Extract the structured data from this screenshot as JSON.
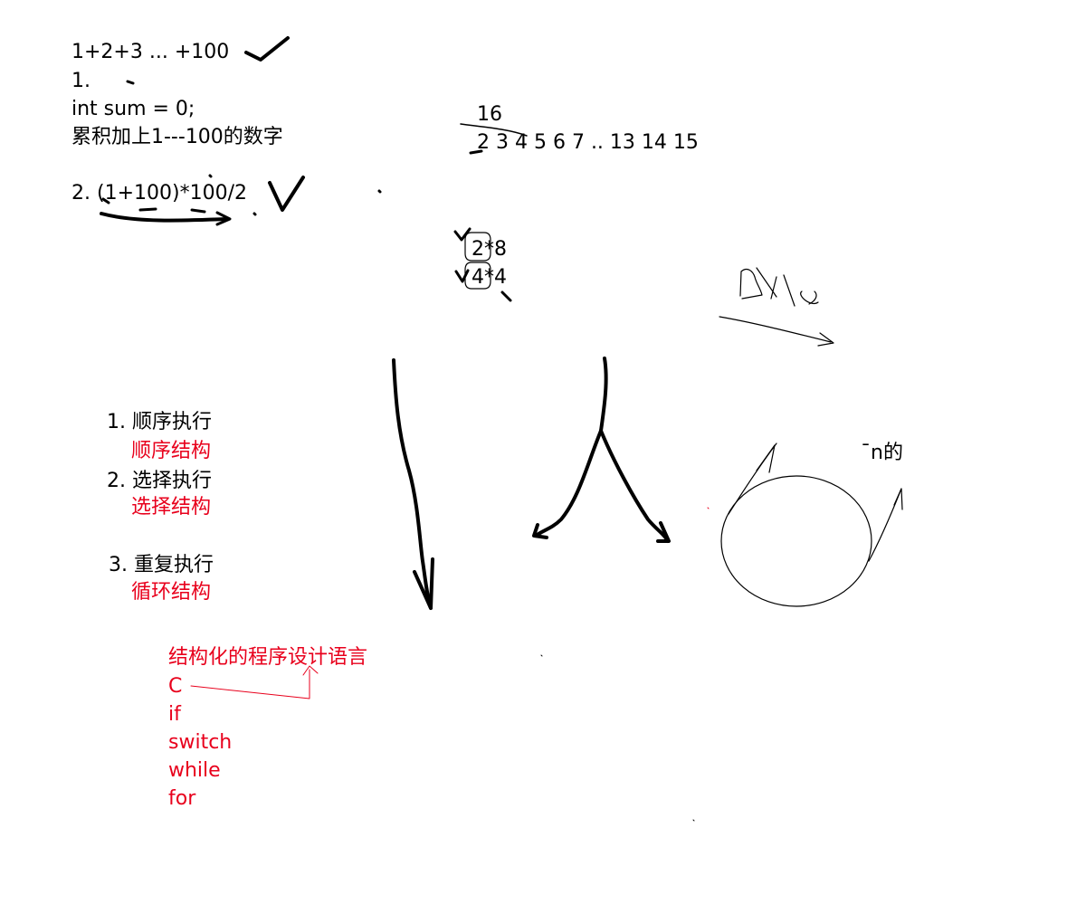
{
  "colors": {
    "ink": "#000000",
    "accent": "#e8001c"
  },
  "problem": {
    "title": "1+2+3 ... +100",
    "step1_label": "1.",
    "step1_code": "int sum = 0;",
    "step1_text": "累积加上1---100的数字",
    "step2": "2. (1+100)*100/2"
  },
  "pairing": {
    "top": "16",
    "sequence": "2 3 4 5 6 7 .. 13 14 15",
    "factor_a": "2*8",
    "factor_b": "4*4"
  },
  "structures": {
    "item1": "1. 顺序执行",
    "item1_red": "顺序结构",
    "item2": "2. 选择执行",
    "item2_red": "选择结构",
    "item3": "3. 重复执行",
    "item3_red": "循环结构"
  },
  "language": {
    "title": "结构化的程序设计语言",
    "lines": [
      "C",
      "if",
      "switch",
      "while",
      "for"
    ]
  },
  "loop": {
    "fragment": "̄n的"
  }
}
